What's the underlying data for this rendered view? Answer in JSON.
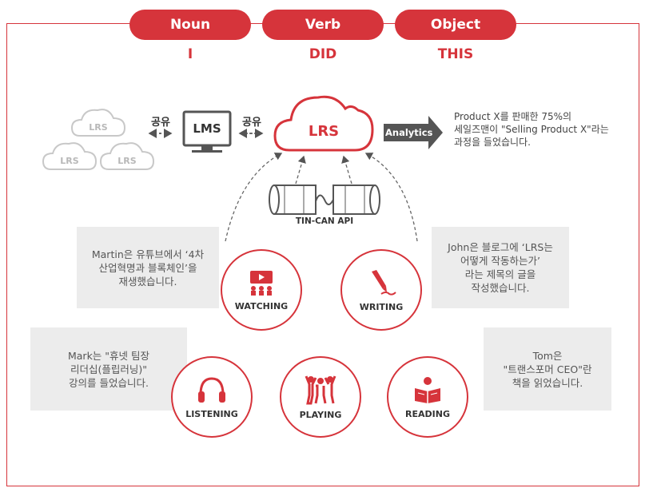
{
  "header": {
    "noun": {
      "label": "Noun",
      "value": "I"
    },
    "verb": {
      "label": "Verb",
      "value": "DID"
    },
    "object": {
      "label": "Object",
      "value": "THIS"
    }
  },
  "top_row": {
    "share_left": "공유",
    "share_right": "공유",
    "lms": "LMS",
    "lrs_main": "LRS",
    "lrs_small": [
      "LRS",
      "LRS",
      "LRS"
    ],
    "analytics": "Analytics",
    "analytics_note": "Product X를 판매한 75%의\n세일즈맨이 \"Selling Product X\"라는\n과정을 들었습니다."
  },
  "tin_can": "TIN-CAN API",
  "activities": [
    {
      "key": "watching",
      "label": "WATCHING",
      "icon": "video-audience-icon",
      "bubble": "Martin은 유튜브에서 ‘4차\n산업혁명과 블록체인’을\n재생했습니다."
    },
    {
      "key": "writing",
      "label": "WRITING",
      "icon": "pen-icon",
      "bubble": "John은 블로그에 ‘LRS는\n어떻게 작동하는가’\n라는 제목의 글을\n작성했습니다."
    },
    {
      "key": "listening",
      "label": "LISTENING",
      "icon": "headphones-icon",
      "bubble": "Mark는 \"휴넷 팀장\n리더십(플립러닝)\"\n강의를 들었습니다."
    },
    {
      "key": "playing",
      "label": "PLAYING",
      "icon": "people-playing-icon",
      "bubble": ""
    },
    {
      "key": "reading",
      "label": "READING",
      "icon": "open-book-icon",
      "bubble": "Tom은\n\"트랜스포머 CEO\"란\n책을 읽었습니다."
    }
  ],
  "colors": {
    "accent": "#d6343b",
    "bubble": "#ececec",
    "gray": "#c8c8c8",
    "dark": "#555555"
  }
}
